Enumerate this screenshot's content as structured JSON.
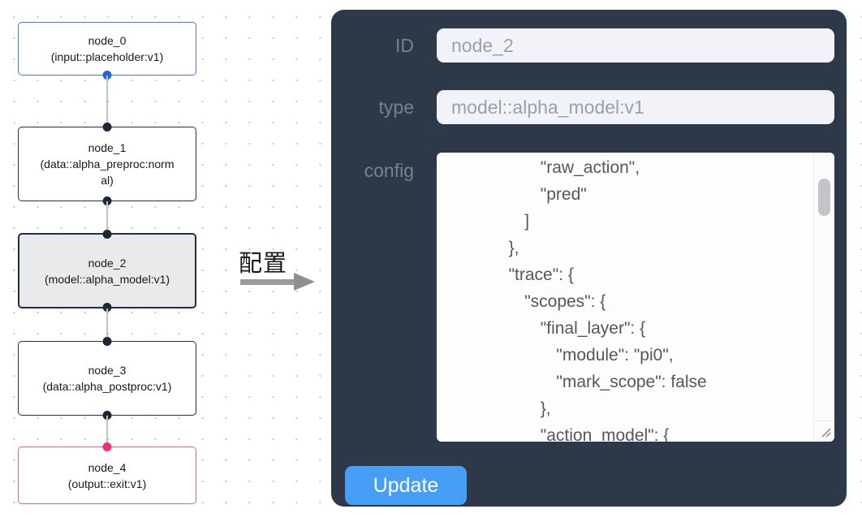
{
  "canvas": {
    "nodes": [
      {
        "id": "node_0",
        "type_label": "(input::placeholder:v1)",
        "accent": "blue",
        "selected": false,
        "ports": {
          "top": false,
          "bottom": true
        }
      },
      {
        "id": "node_1",
        "type_label": "(data::alpha_preproc:normal)",
        "accent": "dark",
        "selected": false,
        "ports": {
          "top": true,
          "bottom": true
        }
      },
      {
        "id": "node_2",
        "type_label": "(model::alpha_model:v1)",
        "accent": "dark",
        "selected": true,
        "ports": {
          "top": true,
          "bottom": true
        }
      },
      {
        "id": "node_3",
        "type_label": "(data::alpha_postproc:v1)",
        "accent": "dark",
        "selected": false,
        "ports": {
          "top": true,
          "bottom": true
        }
      },
      {
        "id": "node_4",
        "type_label": "(output::exit:v1)",
        "accent": "pink",
        "selected": false,
        "ports": {
          "top": true,
          "bottom": false
        }
      }
    ],
    "colors": {
      "blue": "#4a79cc",
      "dark": "#252f40",
      "pink": "#e75e98",
      "port_blue": "#1f67d9",
      "port_dark": "#1d2634",
      "port_pink": "#ee2f7b",
      "selected_bg": "#e9eaec",
      "edge": "#c3c3c5"
    }
  },
  "transition": {
    "label": "配置"
  },
  "panel": {
    "background": "#2d3848",
    "fields": [
      {
        "label": "ID",
        "value": "node_2"
      },
      {
        "label": "type",
        "value": "model::alpha_model:v1"
      }
    ],
    "config_label": "config",
    "config_lines": [
      "      \"raw_action\",",
      "      \"pred\"",
      "    ]",
      "  },",
      "  \"trace\": {",
      "    \"scopes\": {",
      "      \"final_layer\": {",
      "        \"module\": \"pi0\",",
      "        \"mark_scope\": false",
      "      },",
      "      \"action_model\": {"
    ],
    "update_button": {
      "label": "Update",
      "color": "#469ef7"
    }
  }
}
